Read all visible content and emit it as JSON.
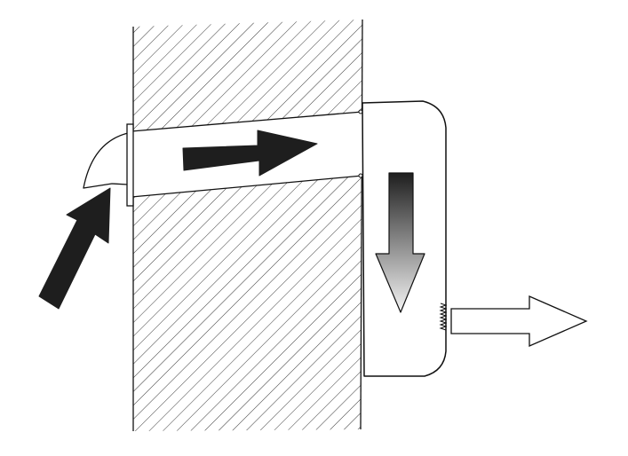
{
  "colors": {
    "background": "#ffffff",
    "line": "#111111",
    "arrow_dark": "#1e1e1e",
    "hatch": "#222222"
  },
  "elements": {
    "wall": "hatched-wall-section",
    "duct": "air-duct-through-wall",
    "inlet_hood": "curved-inlet-hood",
    "unit": "wall-mounted-unit",
    "outlet": "threaded-outlet-connector"
  },
  "arrows": {
    "inflow": "black-arrow-up-right",
    "through_duct": "black-arrow-right",
    "downflow": "gradient-arrow-down",
    "outflow": "outline-arrow-right"
  }
}
